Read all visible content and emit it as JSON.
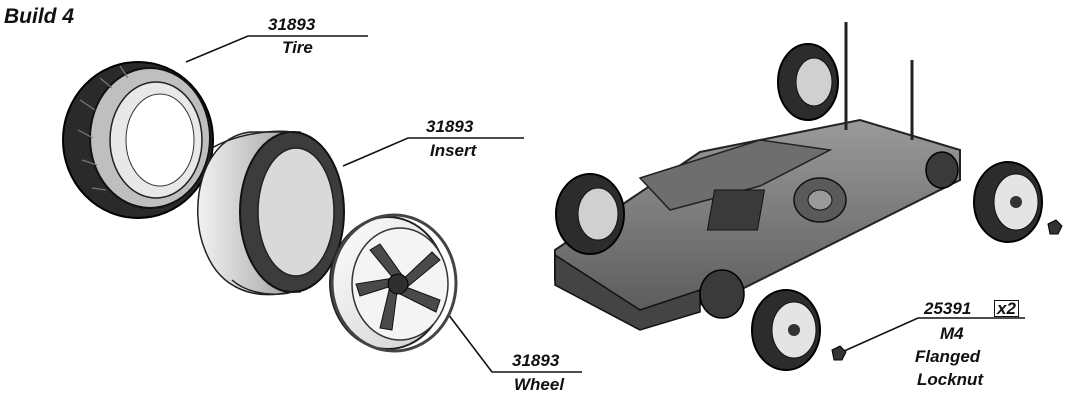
{
  "title": "Build 4",
  "callouts": {
    "tire": {
      "part_number": "31893",
      "name": "Tire"
    },
    "insert": {
      "part_number": "31893",
      "name": "Insert"
    },
    "wheel": {
      "part_number": "31893",
      "name": "Wheel"
    },
    "locknut": {
      "part_number": "25391",
      "quantity": "x2",
      "name_line1": "M4",
      "name_line2": "Flanged",
      "name_line3": "Locknut"
    }
  }
}
